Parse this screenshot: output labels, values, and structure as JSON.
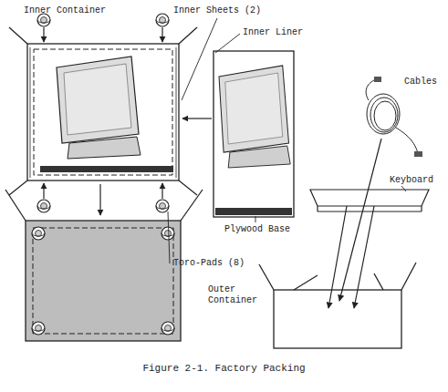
{
  "diagram": {
    "caption": "Figure 2-1. Factory Packing",
    "labels": [
      "Inner Container",
      "Inner Sheets (2)",
      "Inner Liner",
      "Cables",
      "Plywood Base",
      "Keyboard",
      "Toro-Pads (8)",
      "Outer Container"
    ]
  }
}
